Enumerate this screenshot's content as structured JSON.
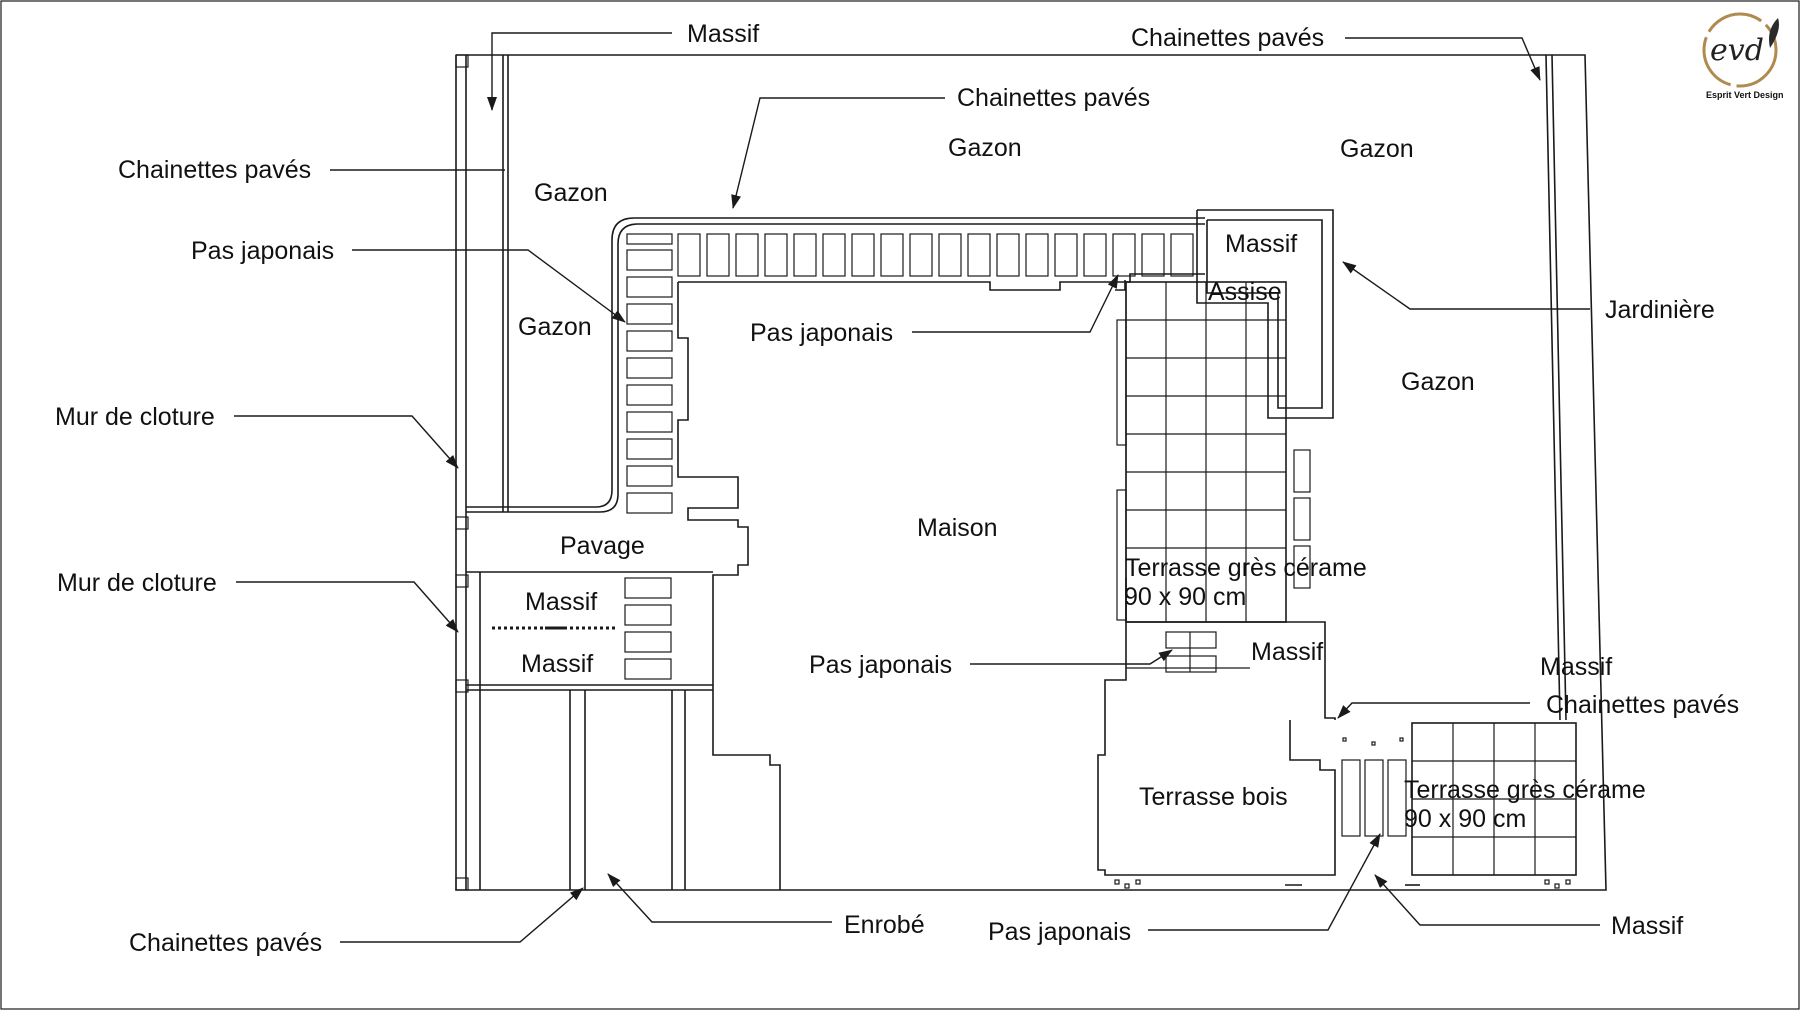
{
  "labels": {
    "massif_top": "Massif",
    "chainettes_top_right": "Chainettes pavés",
    "chainettes_top_center": "Chainettes pavés",
    "chainettes_left": "Chainettes pavés",
    "gazon_top_left": "Gazon",
    "gazon_top_center": "Gazon",
    "gazon_top_right": "Gazon",
    "gazon_left": "Gazon",
    "gazon_right": "Gazon",
    "pas_japonais_left": "Pas japonais",
    "pas_japonais_center": "Pas japonais",
    "pas_japonais_mid": "Pas japonais",
    "pas_japonais_bottom": "Pas japonais",
    "massif_jardiniere": "Massif",
    "assise": "Assise",
    "jardiniere": "Jardinière",
    "mur_cloture_1": "Mur de cloture",
    "mur_cloture_2": "Mur de cloture",
    "pavage": "Pavage",
    "maison": "Maison",
    "massif_left_1": "Massif",
    "massif_left_2": "Massif",
    "terrasse_gres_1": "Terrasse grès cérame",
    "terrasse_gres_1_dim": "90 x 90 cm",
    "massif_terrasse": "Massif",
    "massif_right": "Massif",
    "chainettes_right": "Chainettes pavés",
    "terrasse_bois": "Terrasse bois",
    "terrasse_gres_2": "Terrasse grès cérame",
    "terrasse_gres_2_dim": "90 x 90 cm",
    "chainettes_bottom_left": "Chainettes pavés",
    "enrobe": "Enrobé",
    "massif_bottom": "Massif"
  },
  "logo": {
    "monogram": "evd",
    "name": "Esprit Vert Design",
    "accent_color": "#b08a4e",
    "leaf_color": "#2b2b2b"
  }
}
